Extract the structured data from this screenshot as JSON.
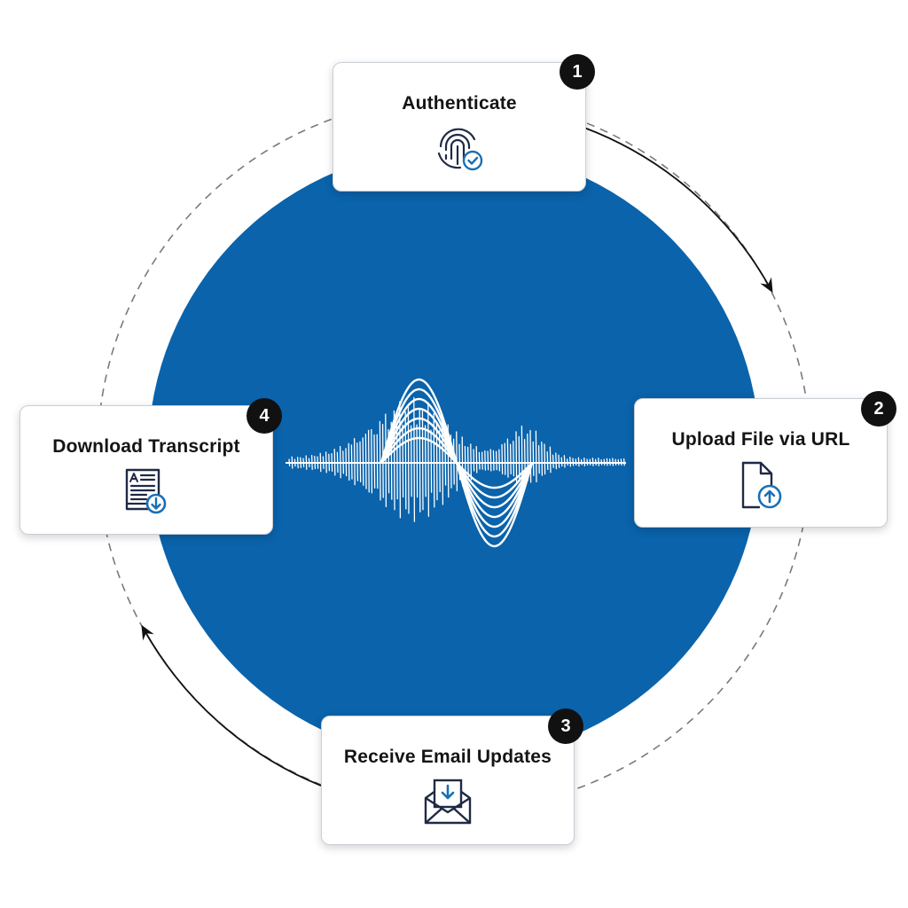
{
  "colors": {
    "circle_fill": "#0a63ab",
    "icon_dark": "#1f2a44",
    "icon_accent": "#1a6fb5",
    "badge_fill": "#111111",
    "card_border": "#c9ced6",
    "ring_dash": "#7a7a7a"
  },
  "center": {
    "icon": "sound-wave-icon"
  },
  "steps": [
    {
      "number": "1",
      "title": "Authenticate",
      "icon": "fingerprint-check-icon"
    },
    {
      "number": "2",
      "title": "Upload File via URL",
      "icon": "file-upload-icon"
    },
    {
      "number": "3",
      "title": "Receive Email Updates",
      "icon": "email-download-icon"
    },
    {
      "number": "4",
      "title": "Download Transcript",
      "icon": "transcript-download-icon"
    }
  ]
}
